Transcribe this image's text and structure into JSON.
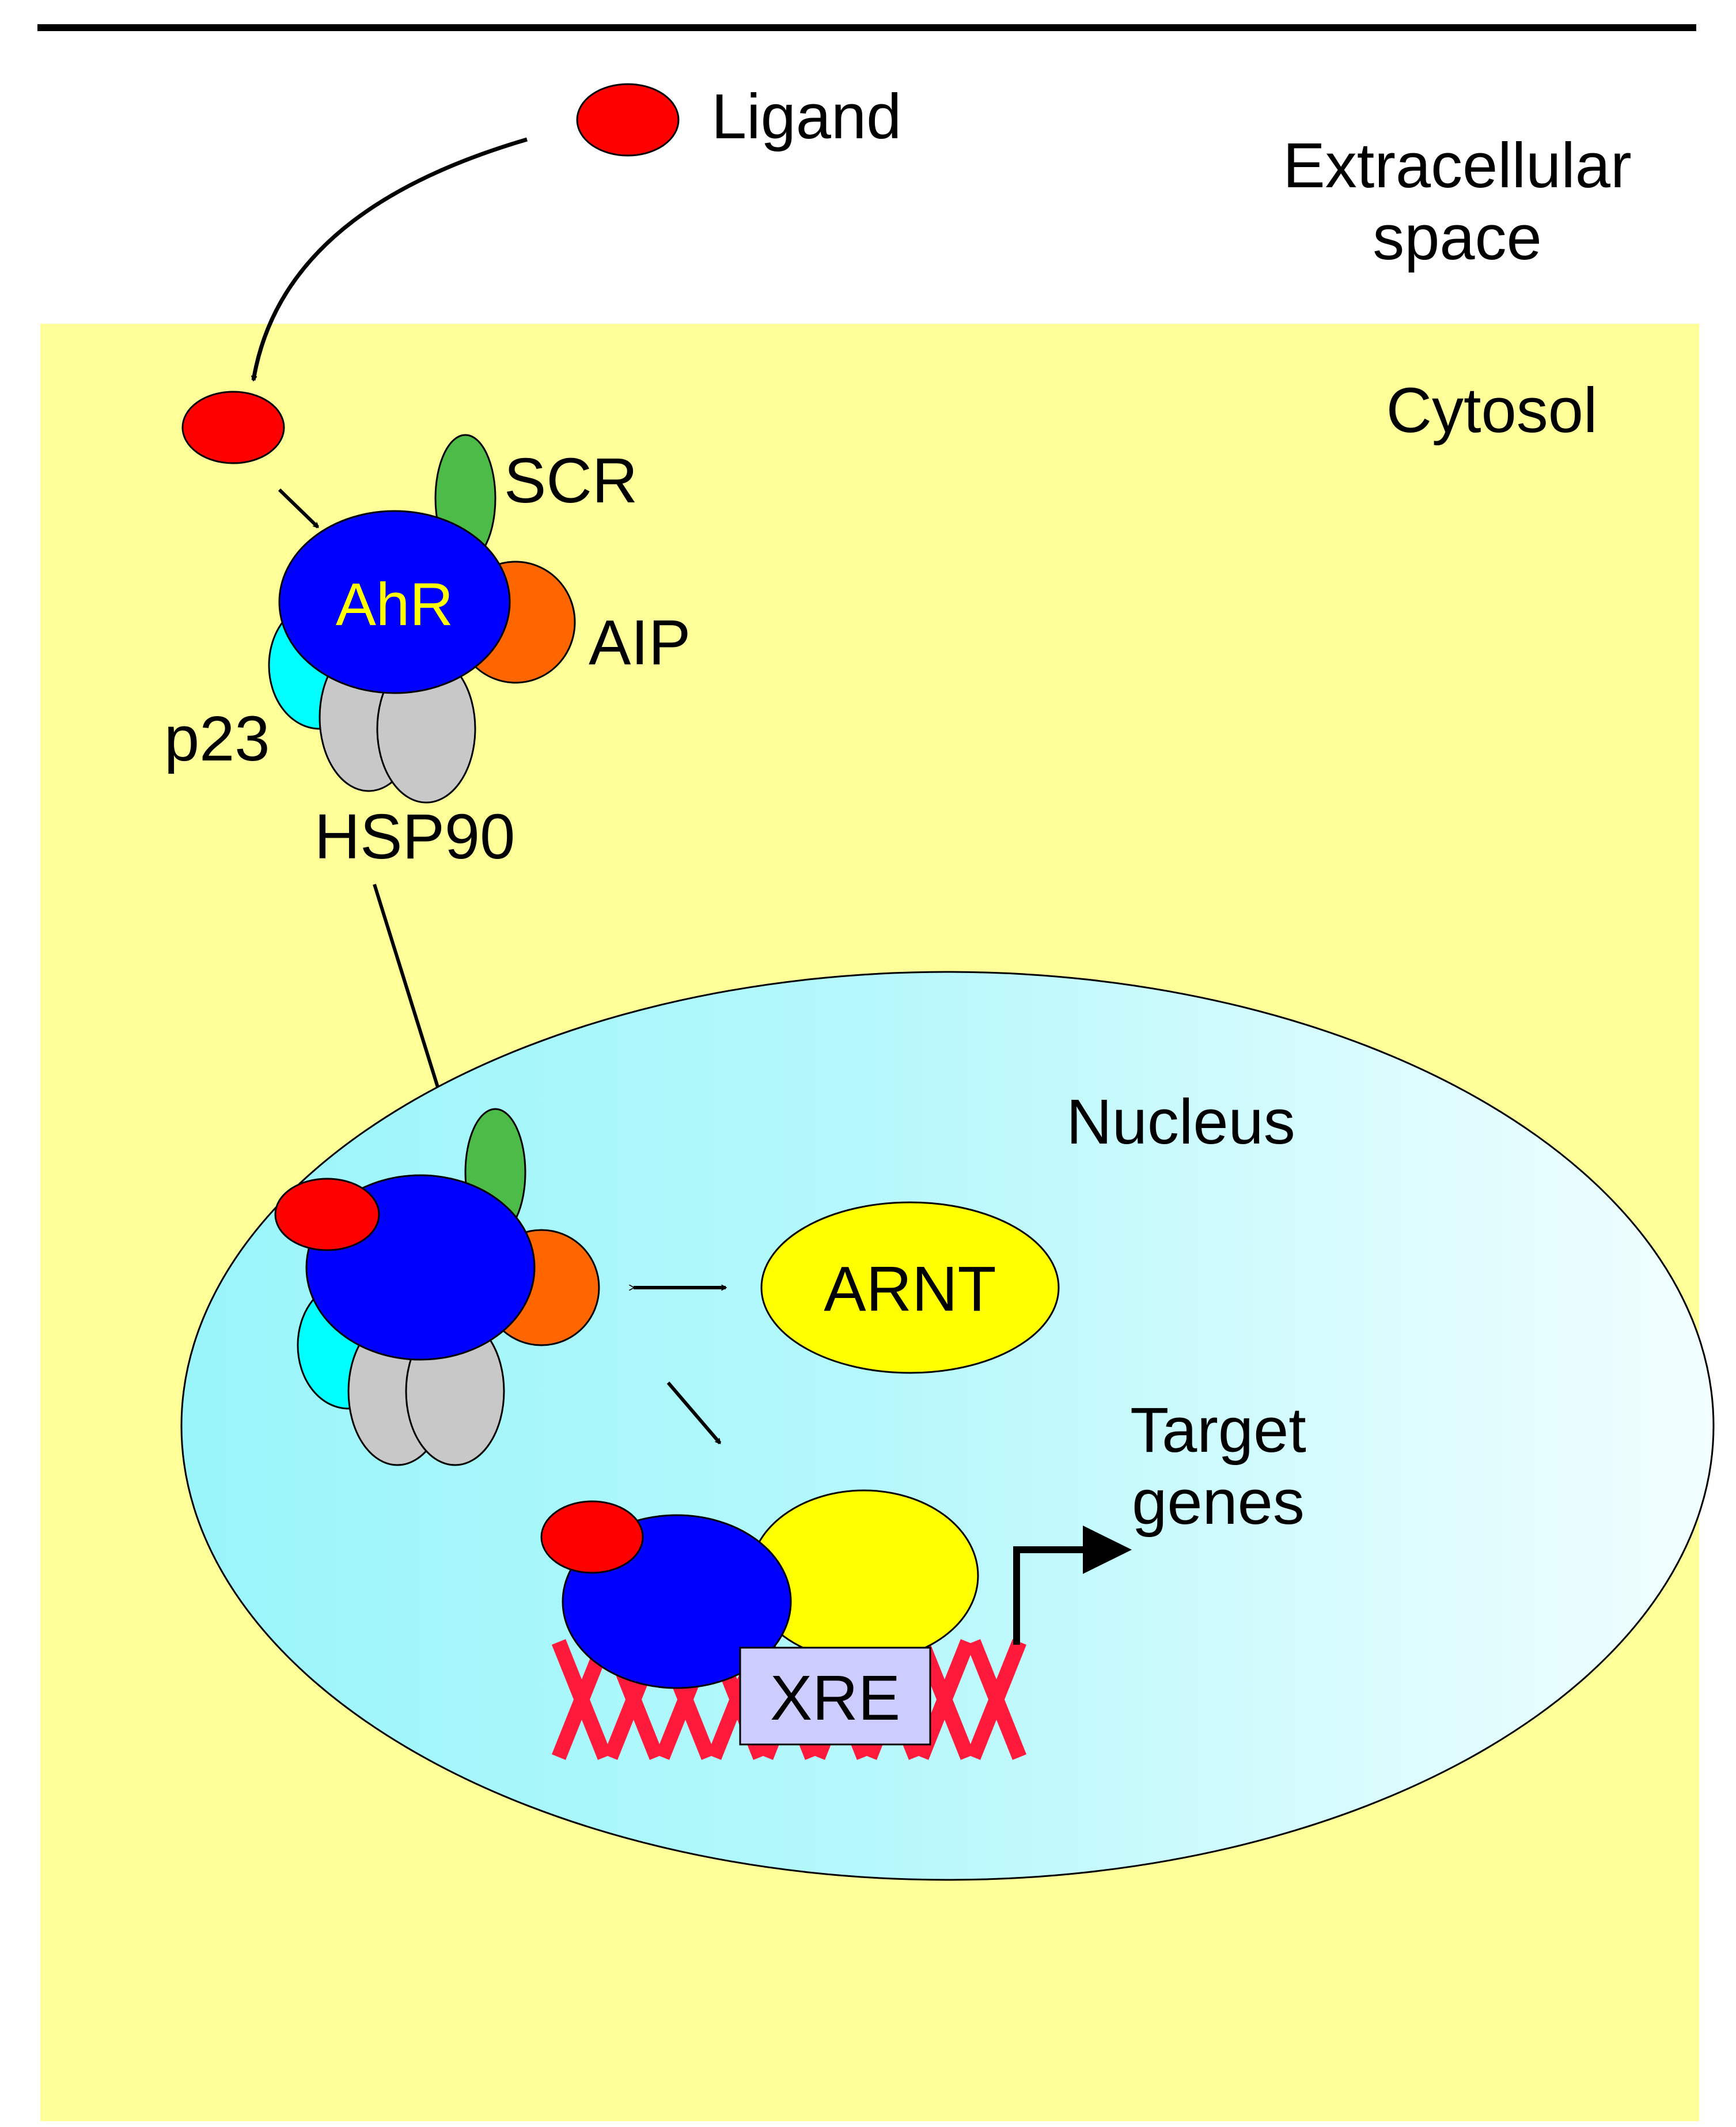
{
  "labels": {
    "ligand": "Ligand",
    "extracellular_line1": "Extracellular",
    "extracellular_line2": "space",
    "cytosol": "Cytosol",
    "scr": "SCR",
    "ahr": "AhR",
    "aip": "AIP",
    "p23": "p23",
    "hsp90": "HSP90",
    "nucleus": "Nucleus",
    "arnt": "ARNT",
    "target_genes_line1": "Target",
    "target_genes_line2": "genes",
    "xre": "XRE"
  },
  "colors": {
    "cytosol": "#FFFF99",
    "ligand": "#FF0000",
    "ahr": "#0000FF",
    "ahr_text": "#FFFF00",
    "scr": "#4CBB47",
    "aip": "#FF6600",
    "p23": "#00FFFF",
    "hsp90": "#C8C8C8",
    "arnt": "#FFFF00",
    "xre_box": "#CCCCFF",
    "dna": "#FF1A3C",
    "nucleus_left": "#99F5FA",
    "nucleus_right": "#F2FEFF"
  }
}
